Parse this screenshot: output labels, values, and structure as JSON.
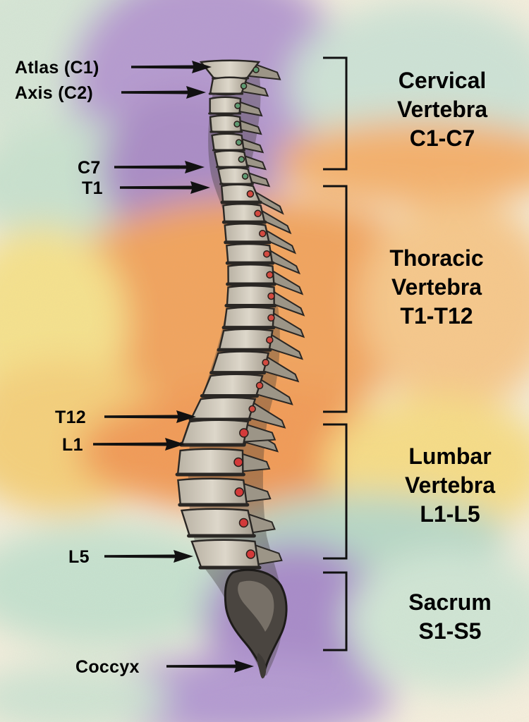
{
  "point_labels": [
    {
      "id": "atlas",
      "text": "Atlas (C1)"
    },
    {
      "id": "axis",
      "text": "Axis (C2)"
    },
    {
      "id": "c7",
      "text": "C7"
    },
    {
      "id": "t1",
      "text": "T1"
    },
    {
      "id": "t12",
      "text": "T12"
    },
    {
      "id": "l1",
      "text": "L1"
    },
    {
      "id": "l5",
      "text": "L5"
    },
    {
      "id": "coccyx",
      "text": "Coccyx"
    }
  ],
  "regions": [
    {
      "id": "cervical",
      "lines": [
        "Cervical",
        "Vertebra",
        "C1-C7"
      ]
    },
    {
      "id": "thoracic",
      "lines": [
        "Thoracic",
        "Vertebra",
        "T1-T12"
      ]
    },
    {
      "id": "lumbar",
      "lines": [
        "Lumbar",
        "Vertebra",
        "L1-L5"
      ]
    },
    {
      "id": "sacrum",
      "lines": [
        "Sacrum",
        "S1-S5"
      ]
    }
  ],
  "colors": {
    "cervical_dot": "#5f9a72",
    "thoracic_dot": "#d34a40",
    "lumbar_dot": "#d33a3a",
    "bone": "#cfc8ba",
    "bone_shadow": "#2a2724",
    "background_purple": "#a98bc6",
    "background_orange": "#f3a55c",
    "background_yellow": "#f4e38e",
    "background_green": "#c4e0cc"
  }
}
